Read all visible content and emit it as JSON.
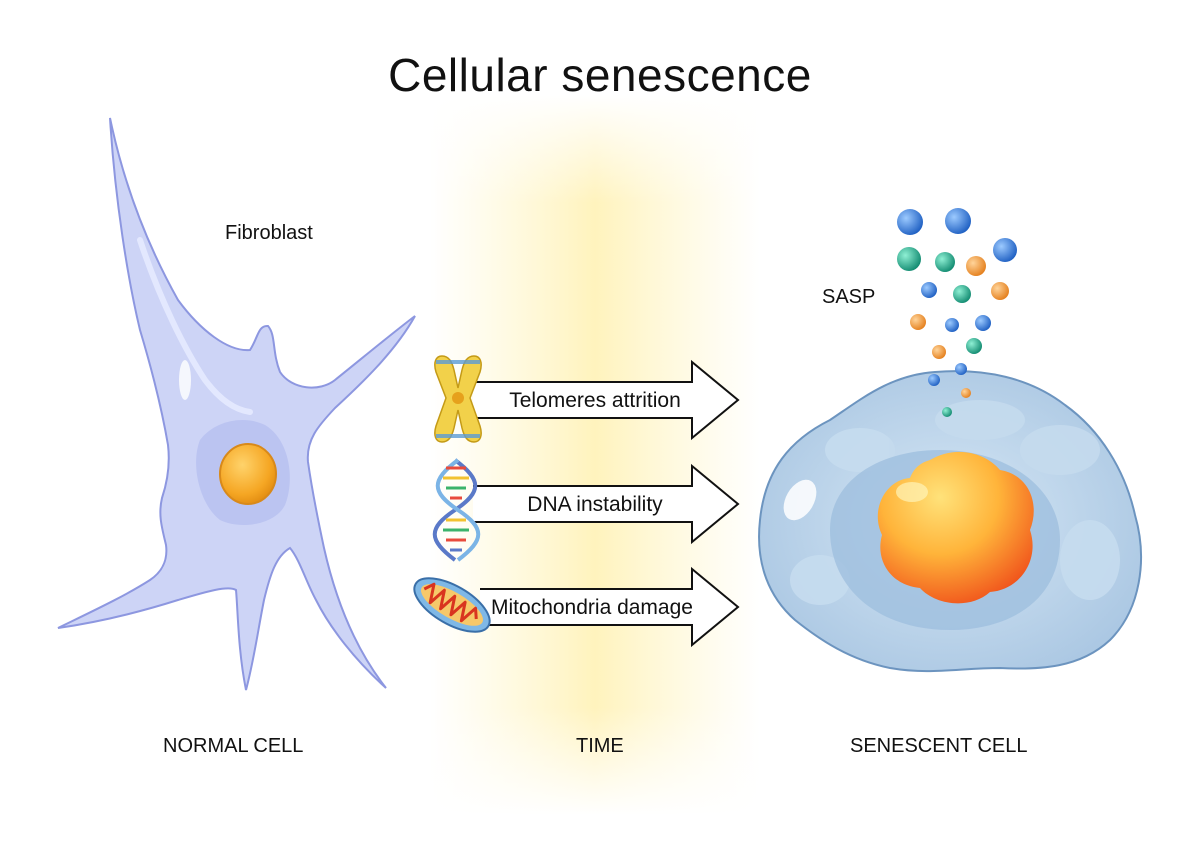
{
  "title": "Cellular senescence",
  "labels": {
    "fibroblast": "Fibroblast",
    "sasp": "SASP",
    "normal_cell": "NORMAL CELL",
    "time": "TIME",
    "senescent_cell": "SENESCENT CELL"
  },
  "causes": [
    {
      "label": "Telomeres attrition",
      "icon": "chromosome-icon"
    },
    {
      "label": "DNA instability",
      "icon": "dna-icon"
    },
    {
      "label": "Mitochondria damage",
      "icon": "mitochondrion-icon"
    }
  ],
  "colors": {
    "fibroblast": "#cfd6f7",
    "nucleus": "#f5a623",
    "senescent_cell": "#b9d3ea",
    "time_glow": "#fff6c8",
    "sasp_blue": "#2a7ad6",
    "sasp_teal": "#1fa68a",
    "sasp_orange": "#f09a3a"
  }
}
